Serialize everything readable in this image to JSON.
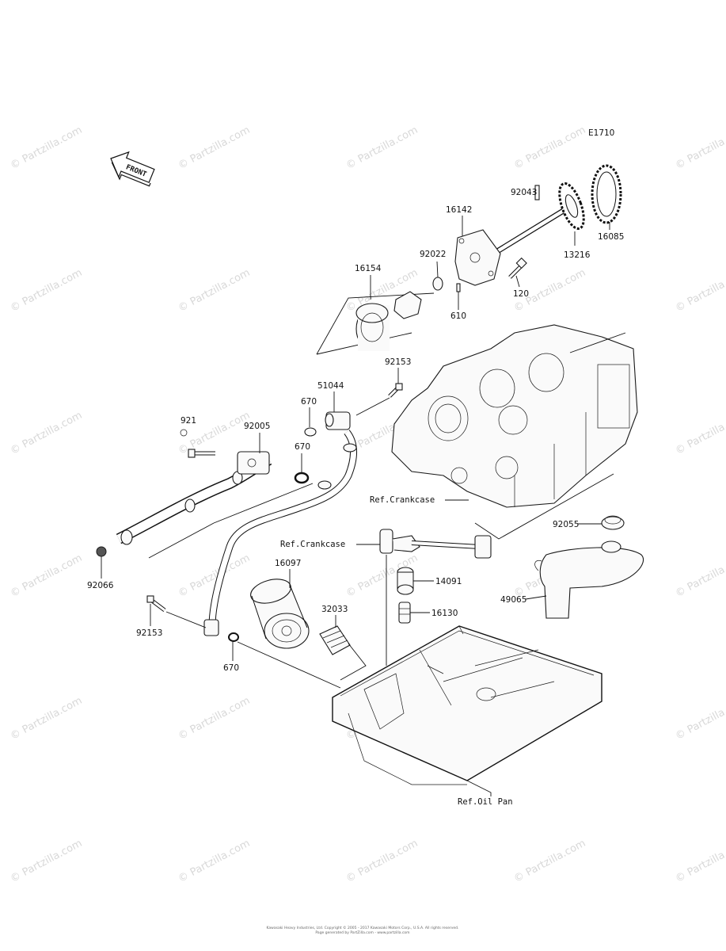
{
  "diagram": {
    "code": "E1710",
    "front_label": "FRONT",
    "watermark": "© Partzilla.com",
    "parts": [
      {
        "id": "p92043",
        "label": "92043"
      },
      {
        "id": "p16085",
        "label": "16085"
      },
      {
        "id": "p16142",
        "label": "16142"
      },
      {
        "id": "p13216",
        "label": "13216"
      },
      {
        "id": "p92022",
        "label": "92022"
      },
      {
        "id": "p16154",
        "label": "16154"
      },
      {
        "id": "p120",
        "label": "120"
      },
      {
        "id": "p610",
        "label": "610"
      },
      {
        "id": "p92153a",
        "label": "92153"
      },
      {
        "id": "p51044",
        "label": "51044"
      },
      {
        "id": "p670a",
        "label": "670"
      },
      {
        "id": "p92005",
        "label": "92005"
      },
      {
        "id": "p670b",
        "label": "670"
      },
      {
        "id": "p92066",
        "label": "92066"
      },
      {
        "id": "p16097",
        "label": "16097"
      },
      {
        "id": "p32033",
        "label": "32033"
      },
      {
        "id": "p92153b",
        "label": "92153"
      },
      {
        "id": "p670c",
        "label": "670"
      },
      {
        "id": "p14091",
        "label": "14091"
      },
      {
        "id": "p16130",
        "label": "16130"
      },
      {
        "id": "p92055",
        "label": "92055"
      },
      {
        "id": "p49065",
        "label": "49065"
      },
      {
        "id": "p921x",
        "label": "921"
      }
    ],
    "refs": {
      "crankcase_upper": "Ref.Crankcase",
      "crankcase_lower": "Ref.Crankcase",
      "oil_pan": "Ref.Oil Pan"
    },
    "footer_line1": "Kawasaki Heavy Industries, Ltd. Copyright © 2005 - 2017 Kawasaki Motors Corp., U.S.A. All rights reserved.",
    "footer_line2": "Page generated by PartZilla.com - www.partzilla.com"
  }
}
